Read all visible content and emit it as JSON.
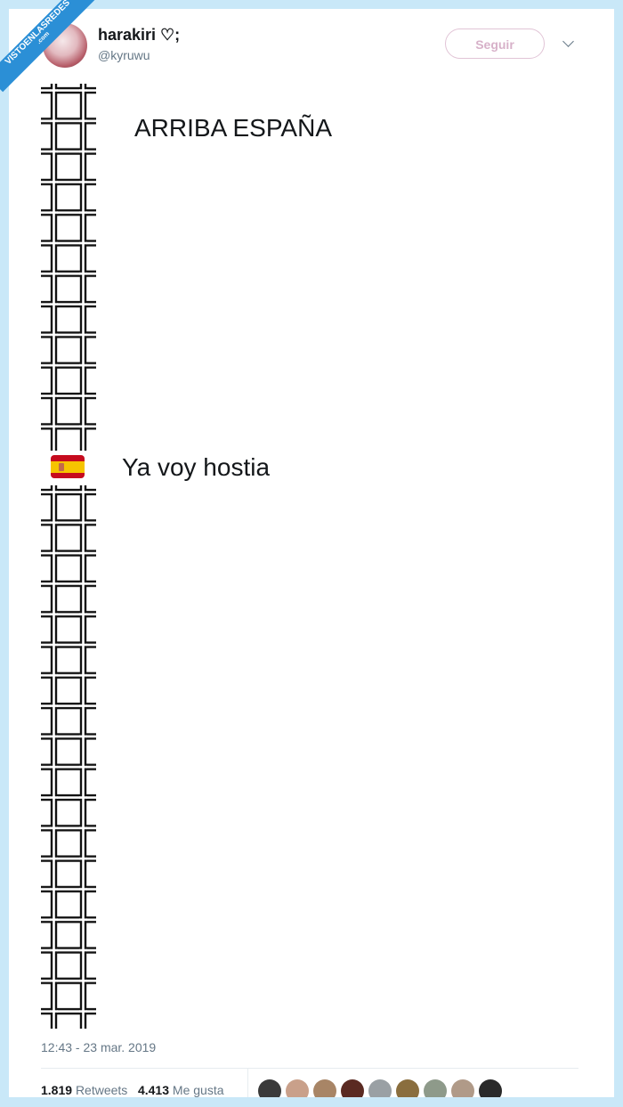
{
  "watermark": {
    "text": "VISTOENLASREDES",
    "sub": ".com"
  },
  "tweet": {
    "author_name": "harakiri ♡;",
    "author_handle": "@kyruwu",
    "follow_label": "Seguir",
    "line1": "ARRIBA ESPAÑA",
    "line2": "Ya voy hostia",
    "flag_icon": "spain-flag",
    "timestamp": "12:43 - 23 mar. 2019",
    "retweets_count": "1.819",
    "retweets_label": "Retweets",
    "likes_count": "4.413",
    "likes_label": "Me gusta"
  },
  "likers": [
    {
      "color": "#3a3a3a"
    },
    {
      "color": "#c9a08a"
    },
    {
      "color": "#a88566"
    },
    {
      "color": "#5a2a22"
    },
    {
      "color": "#9aa0a4"
    },
    {
      "color": "#8a6e3e"
    },
    {
      "color": "#8e9a8a"
    },
    {
      "color": "#b09a88"
    },
    {
      "color": "#2a2a2a"
    }
  ],
  "colors": {
    "background": "#c9e8f8",
    "follow_border": "#e1c4d6",
    "watermark": "#2b8fd6"
  }
}
